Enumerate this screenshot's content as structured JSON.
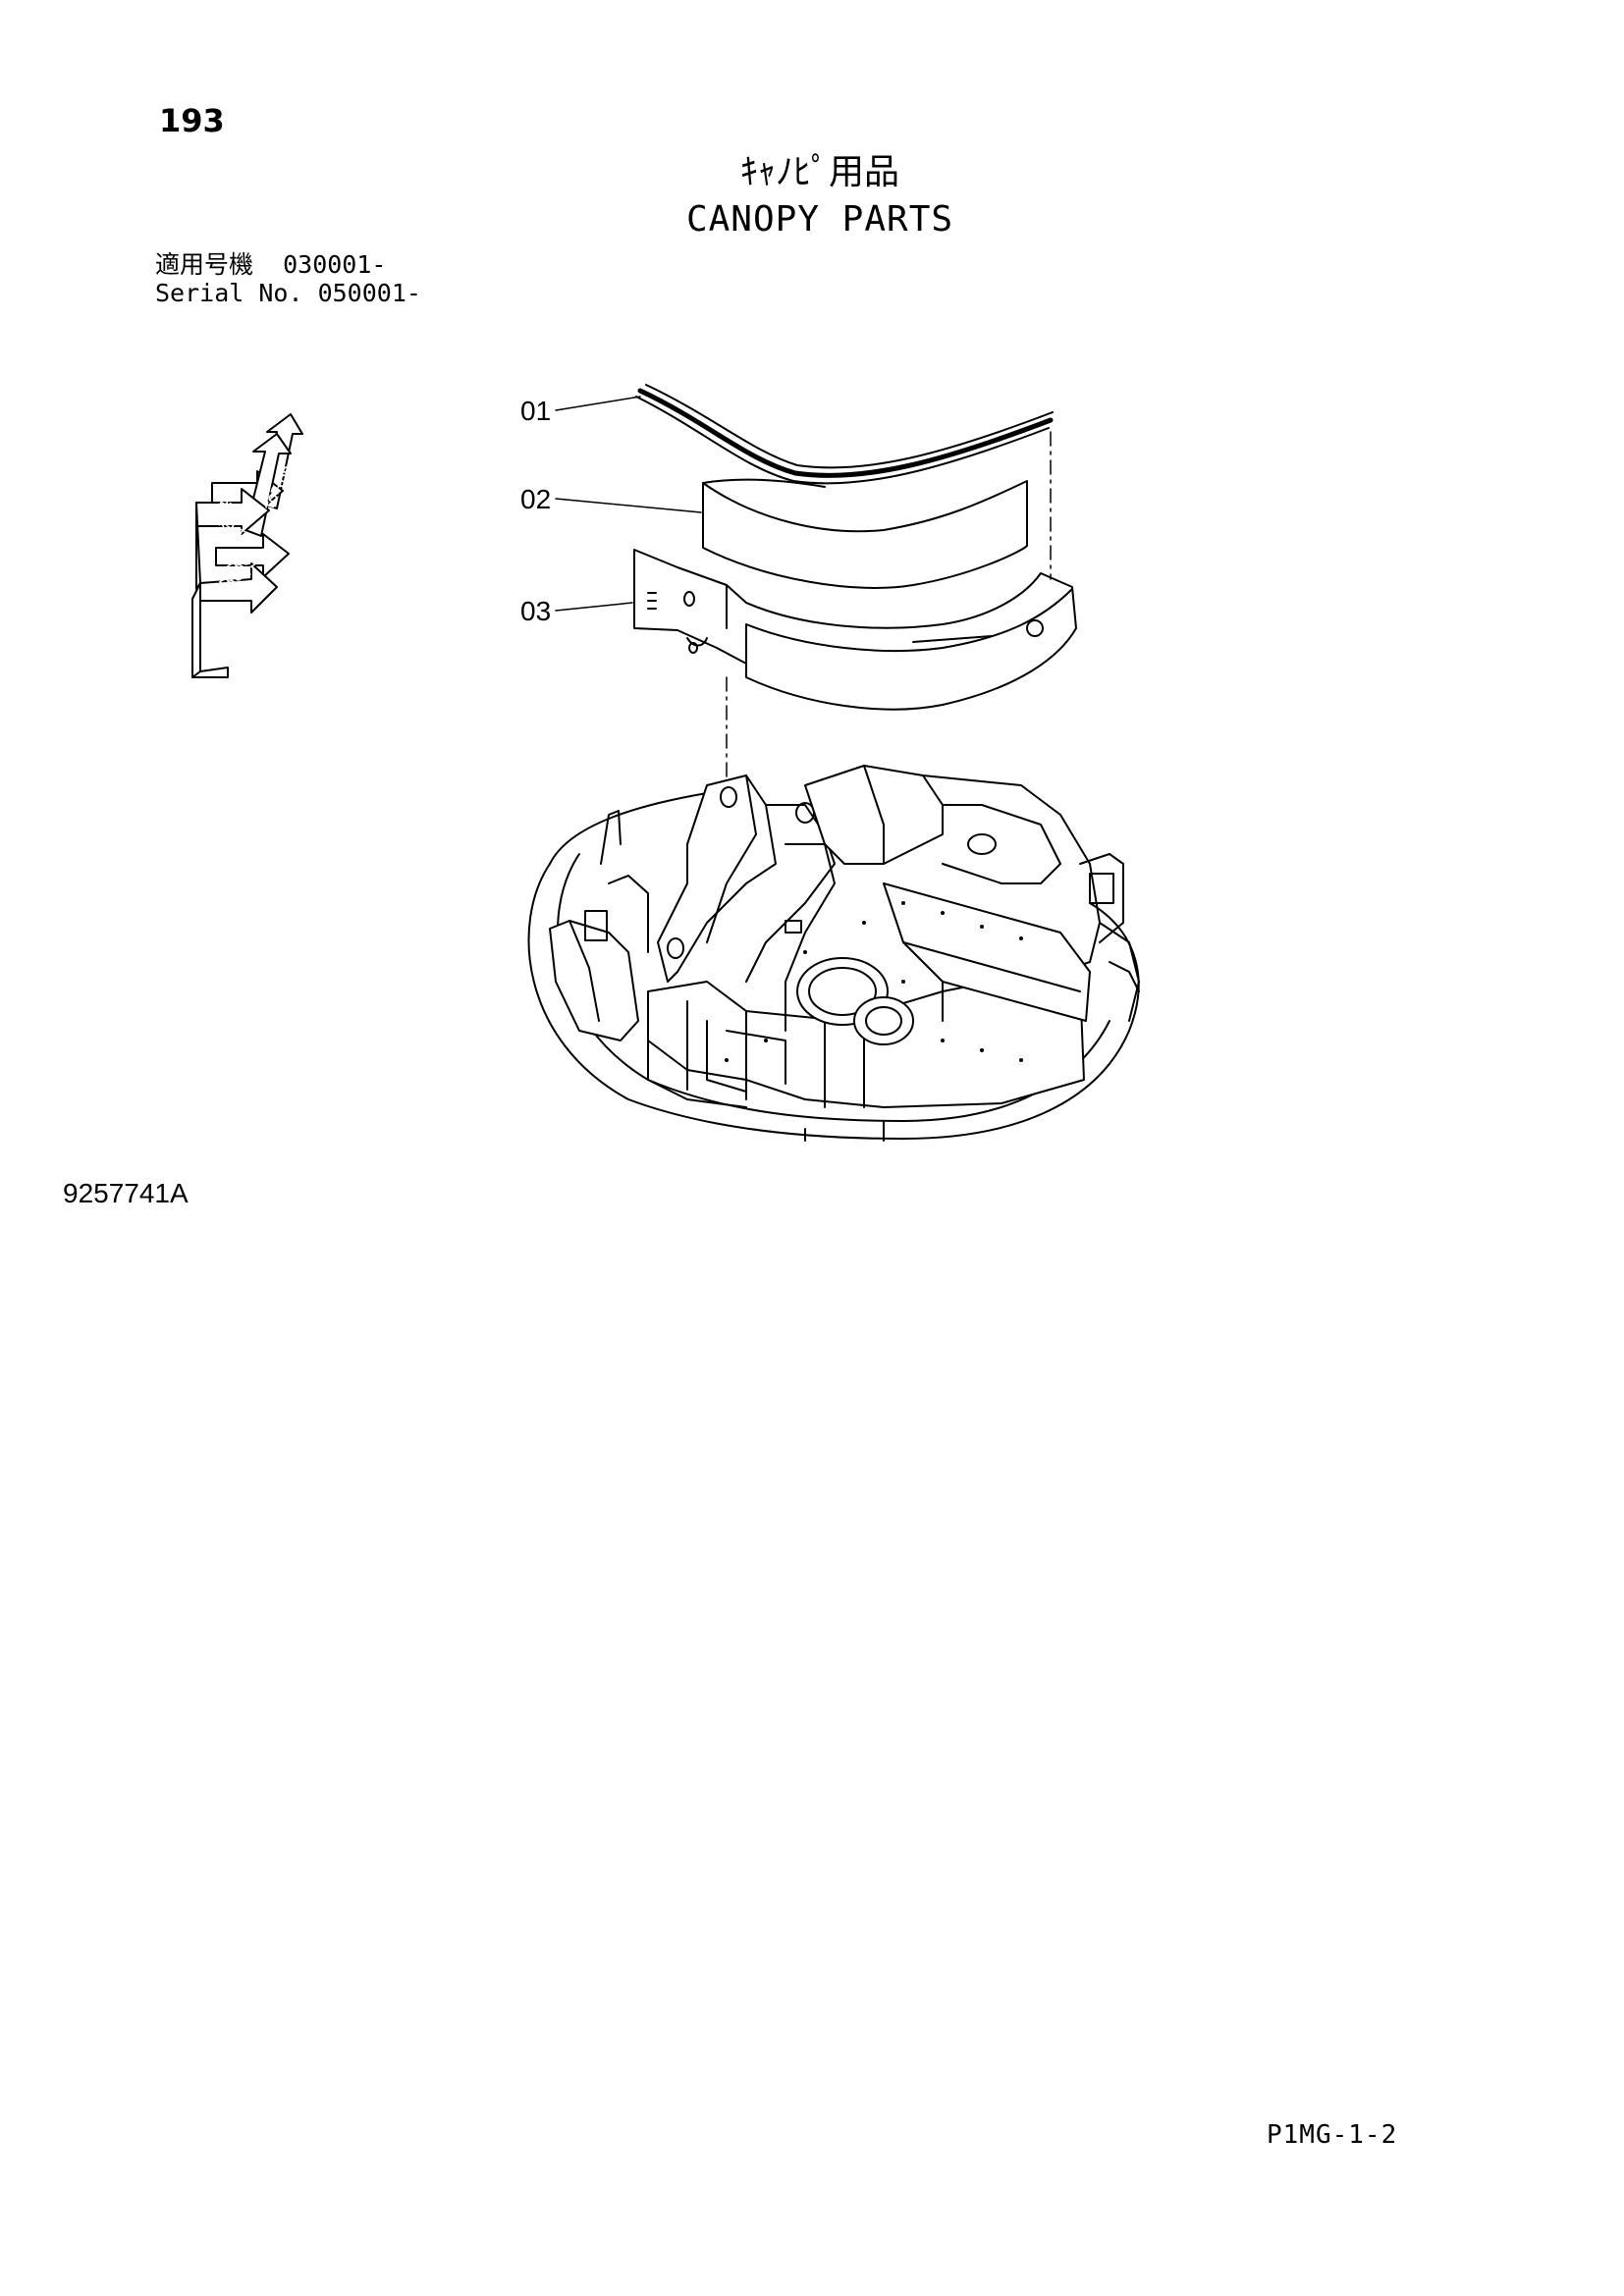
{
  "page": {
    "number": "193",
    "title_jp": "ｷｬﾉﾋﾟ用品",
    "title_en": "CANOPY PARTS",
    "serial_line_jp": "適用号機  030001-",
    "serial_line_en": "Serial No. 050001-",
    "drawing_code": "9257741A",
    "sheet_code": "P1MG-1-2"
  },
  "diagram": {
    "callouts": [
      {
        "id": "01"
      },
      {
        "id": "02"
      },
      {
        "id": "03"
      }
    ],
    "orientation_labels": [
      "TOP",
      "RIGHT",
      "FRONT",
      "TOP",
      "RIGHT",
      "FRONT"
    ]
  }
}
